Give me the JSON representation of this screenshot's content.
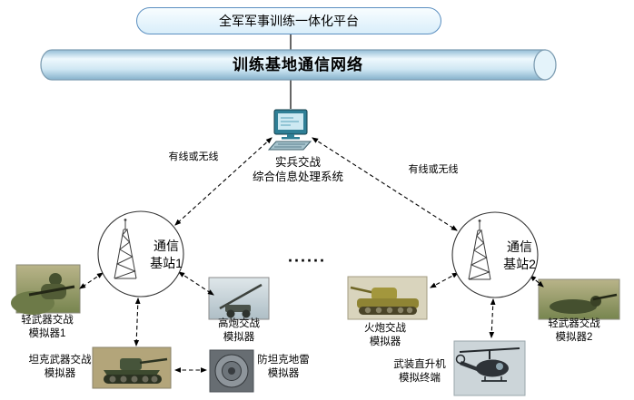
{
  "platform": {
    "title": "全军军事训练一体化平台"
  },
  "network": {
    "title": "训练基地通信网络"
  },
  "system": {
    "label": "实兵交战\n综合信息处理系统"
  },
  "links": {
    "left_label": "有线或无线",
    "right_label": "有线或无线"
  },
  "base_stations": [
    {
      "label": "通信\n基站1"
    },
    {
      "label": "通信\n基站2"
    }
  ],
  "separator": "......",
  "simulators": [
    {
      "id": "light-weapons-1",
      "label": "轻武器交战\n模拟器1"
    },
    {
      "id": "aa-gun",
      "label": "高炮交战\n模拟器"
    },
    {
      "id": "tank-weapons",
      "label": "坦克武器交战\n模拟器"
    },
    {
      "id": "antitank-mine",
      "label": "防坦克地雷\n模拟器"
    },
    {
      "id": "artillery",
      "label": "火炮交战\n模拟器"
    },
    {
      "id": "attack-helicopter",
      "label": "武装直升机\n模拟终端"
    },
    {
      "id": "light-weapons-2",
      "label": "轻武器交战\n模拟器2"
    }
  ],
  "icons": {
    "computer": "desktop-computer",
    "base_station": "lattice-antenna-tower"
  },
  "colors": {
    "cylinder_fill": "#cfe7f3",
    "cylinder_stroke": "#7d9db2",
    "platform_fill": "#e3f2fb",
    "platform_stroke": "#5b8fc0",
    "text": "#000000"
  }
}
